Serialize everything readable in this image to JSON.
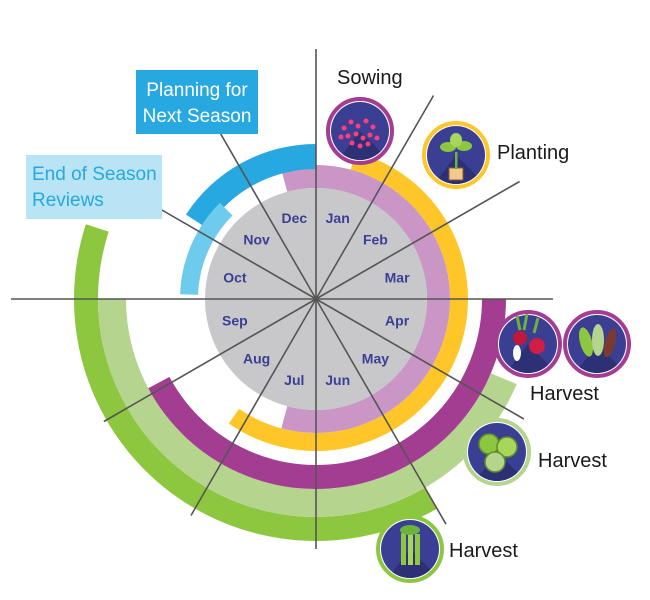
{
  "months": [
    "Jan",
    "Feb",
    "Mar",
    "Apr",
    "May",
    "Jun",
    "Jul",
    "Aug",
    "Sep",
    "Oct",
    "Nov",
    "Dec"
  ],
  "stages": {
    "sowing": "Sowing",
    "planting": "Planting",
    "harvest_1": "Harvest",
    "harvest_2": "Harvest",
    "harvest_3": "Harvest"
  },
  "boxes": {
    "planning_line1": "Planning for",
    "planning_line2": "Next Season",
    "reviews_line1": "End of Season",
    "reviews_line2": "Reviews"
  },
  "colors": {
    "disc": "#c8c8ca",
    "sowing_ring": "#c996c6",
    "planting_ring": "#ffc629",
    "harvest_purple": "#a33d92",
    "harvest_light_green": "#b5d58e",
    "harvest_green": "#8dc63f",
    "planning_blue": "#27a8e0",
    "reviews_blue": "#6fcbee",
    "planning_box": "#27a8e0",
    "reviews_box": "#b9e4f5",
    "month_text": "#3b3f93"
  },
  "icons": {
    "sowing": "seeds-icon",
    "planting": "seedling-icon",
    "harvest_1": [
      "radish-icon",
      "leafy-greens-icon"
    ],
    "harvest_2": "brussels-sprouts-icon",
    "harvest_3": "celery-icon"
  }
}
